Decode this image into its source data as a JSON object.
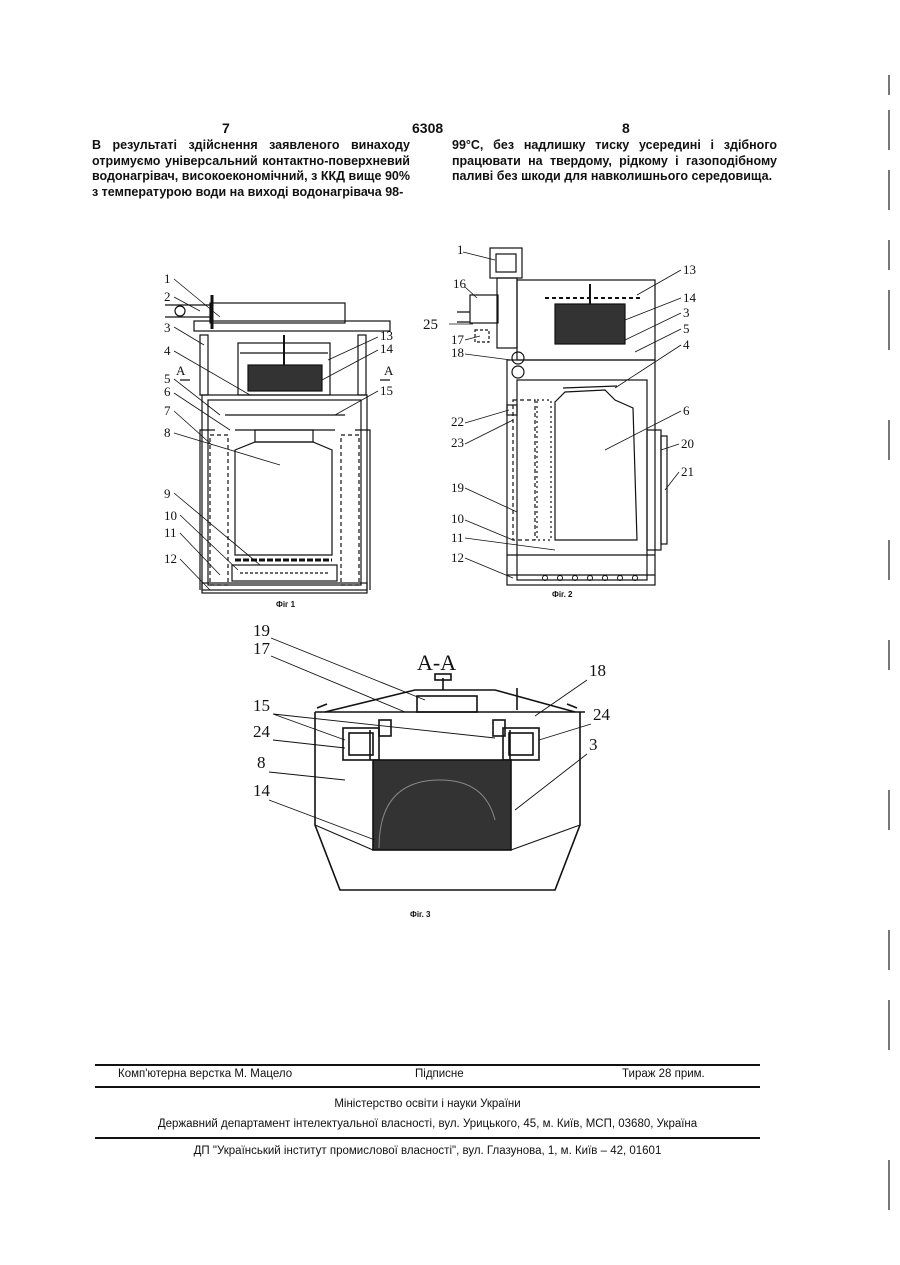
{
  "header": {
    "left_page": "7",
    "patent_number": "6308",
    "right_page": "8"
  },
  "text": {
    "col1": "В результаті здійснення заявленого винаходу отримуємо універсальний контактно-поверхневий водонагрівач, високоекономічний, з ККД вище 90% з температурою води на виході водонагрівача 98-",
    "col2": "99°C, без надлишку тиску усередині і здібного працювати на твердому, рідкому і газоподібному паливі без шкоди для навколишнього середовища."
  },
  "figures": {
    "fig1": {
      "caption": "Фіг 1",
      "labels": [
        "1",
        "2",
        "3",
        "4",
        "5",
        "6",
        "7",
        "8",
        "9",
        "10",
        "11",
        "12",
        "13",
        "14",
        "15",
        "A",
        "A"
      ]
    },
    "fig2": {
      "caption": "Фіг. 2",
      "labels": [
        "1",
        "16",
        "25",
        "17",
        "18",
        "22",
        "23",
        "19",
        "10",
        "11",
        "12",
        "13",
        "14",
        "3",
        "5",
        "4",
        "6",
        "20",
        "21"
      ]
    },
    "fig3": {
      "caption": "Фіг. 3",
      "title": "А-А",
      "labels": [
        "19",
        "17",
        "18",
        "15",
        "24",
        "24",
        "8",
        "3",
        "14"
      ]
    }
  },
  "footer": {
    "typesetting": "Комп'ютерна верстка М. Мацело",
    "signed": "Підписне",
    "circulation": "Тираж 28 прим.",
    "ministry": "Міністерство освіти і науки України",
    "department": "Державний департамент інтелектуальної власності, вул. Урицького, 45, м. Київ, МСП, 03680, Україна",
    "institute": "ДП \"Український інститут промислової власності\", вул. Глазунова, 1, м. Київ – 42, 01601"
  }
}
